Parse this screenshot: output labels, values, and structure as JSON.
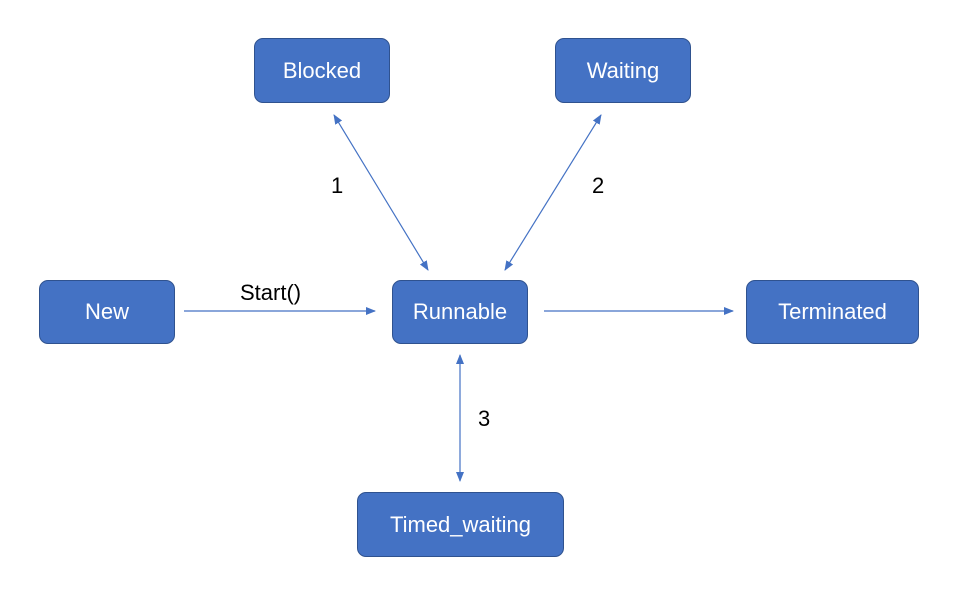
{
  "nodes": {
    "blocked": "Blocked",
    "waiting": "Waiting",
    "new": "New",
    "runnable": "Runnable",
    "terminated": "Terminated",
    "timed_waiting": "Timed_waiting"
  },
  "edges": {
    "start_label": "Start()",
    "runnable_blocked_label": "1",
    "runnable_waiting_label": "2",
    "runnable_timed_waiting_label": "3"
  },
  "colors": {
    "node_fill": "#4472c4",
    "node_border": "#2f528f",
    "node_text": "#ffffff",
    "arrow": "#4472c4"
  }
}
